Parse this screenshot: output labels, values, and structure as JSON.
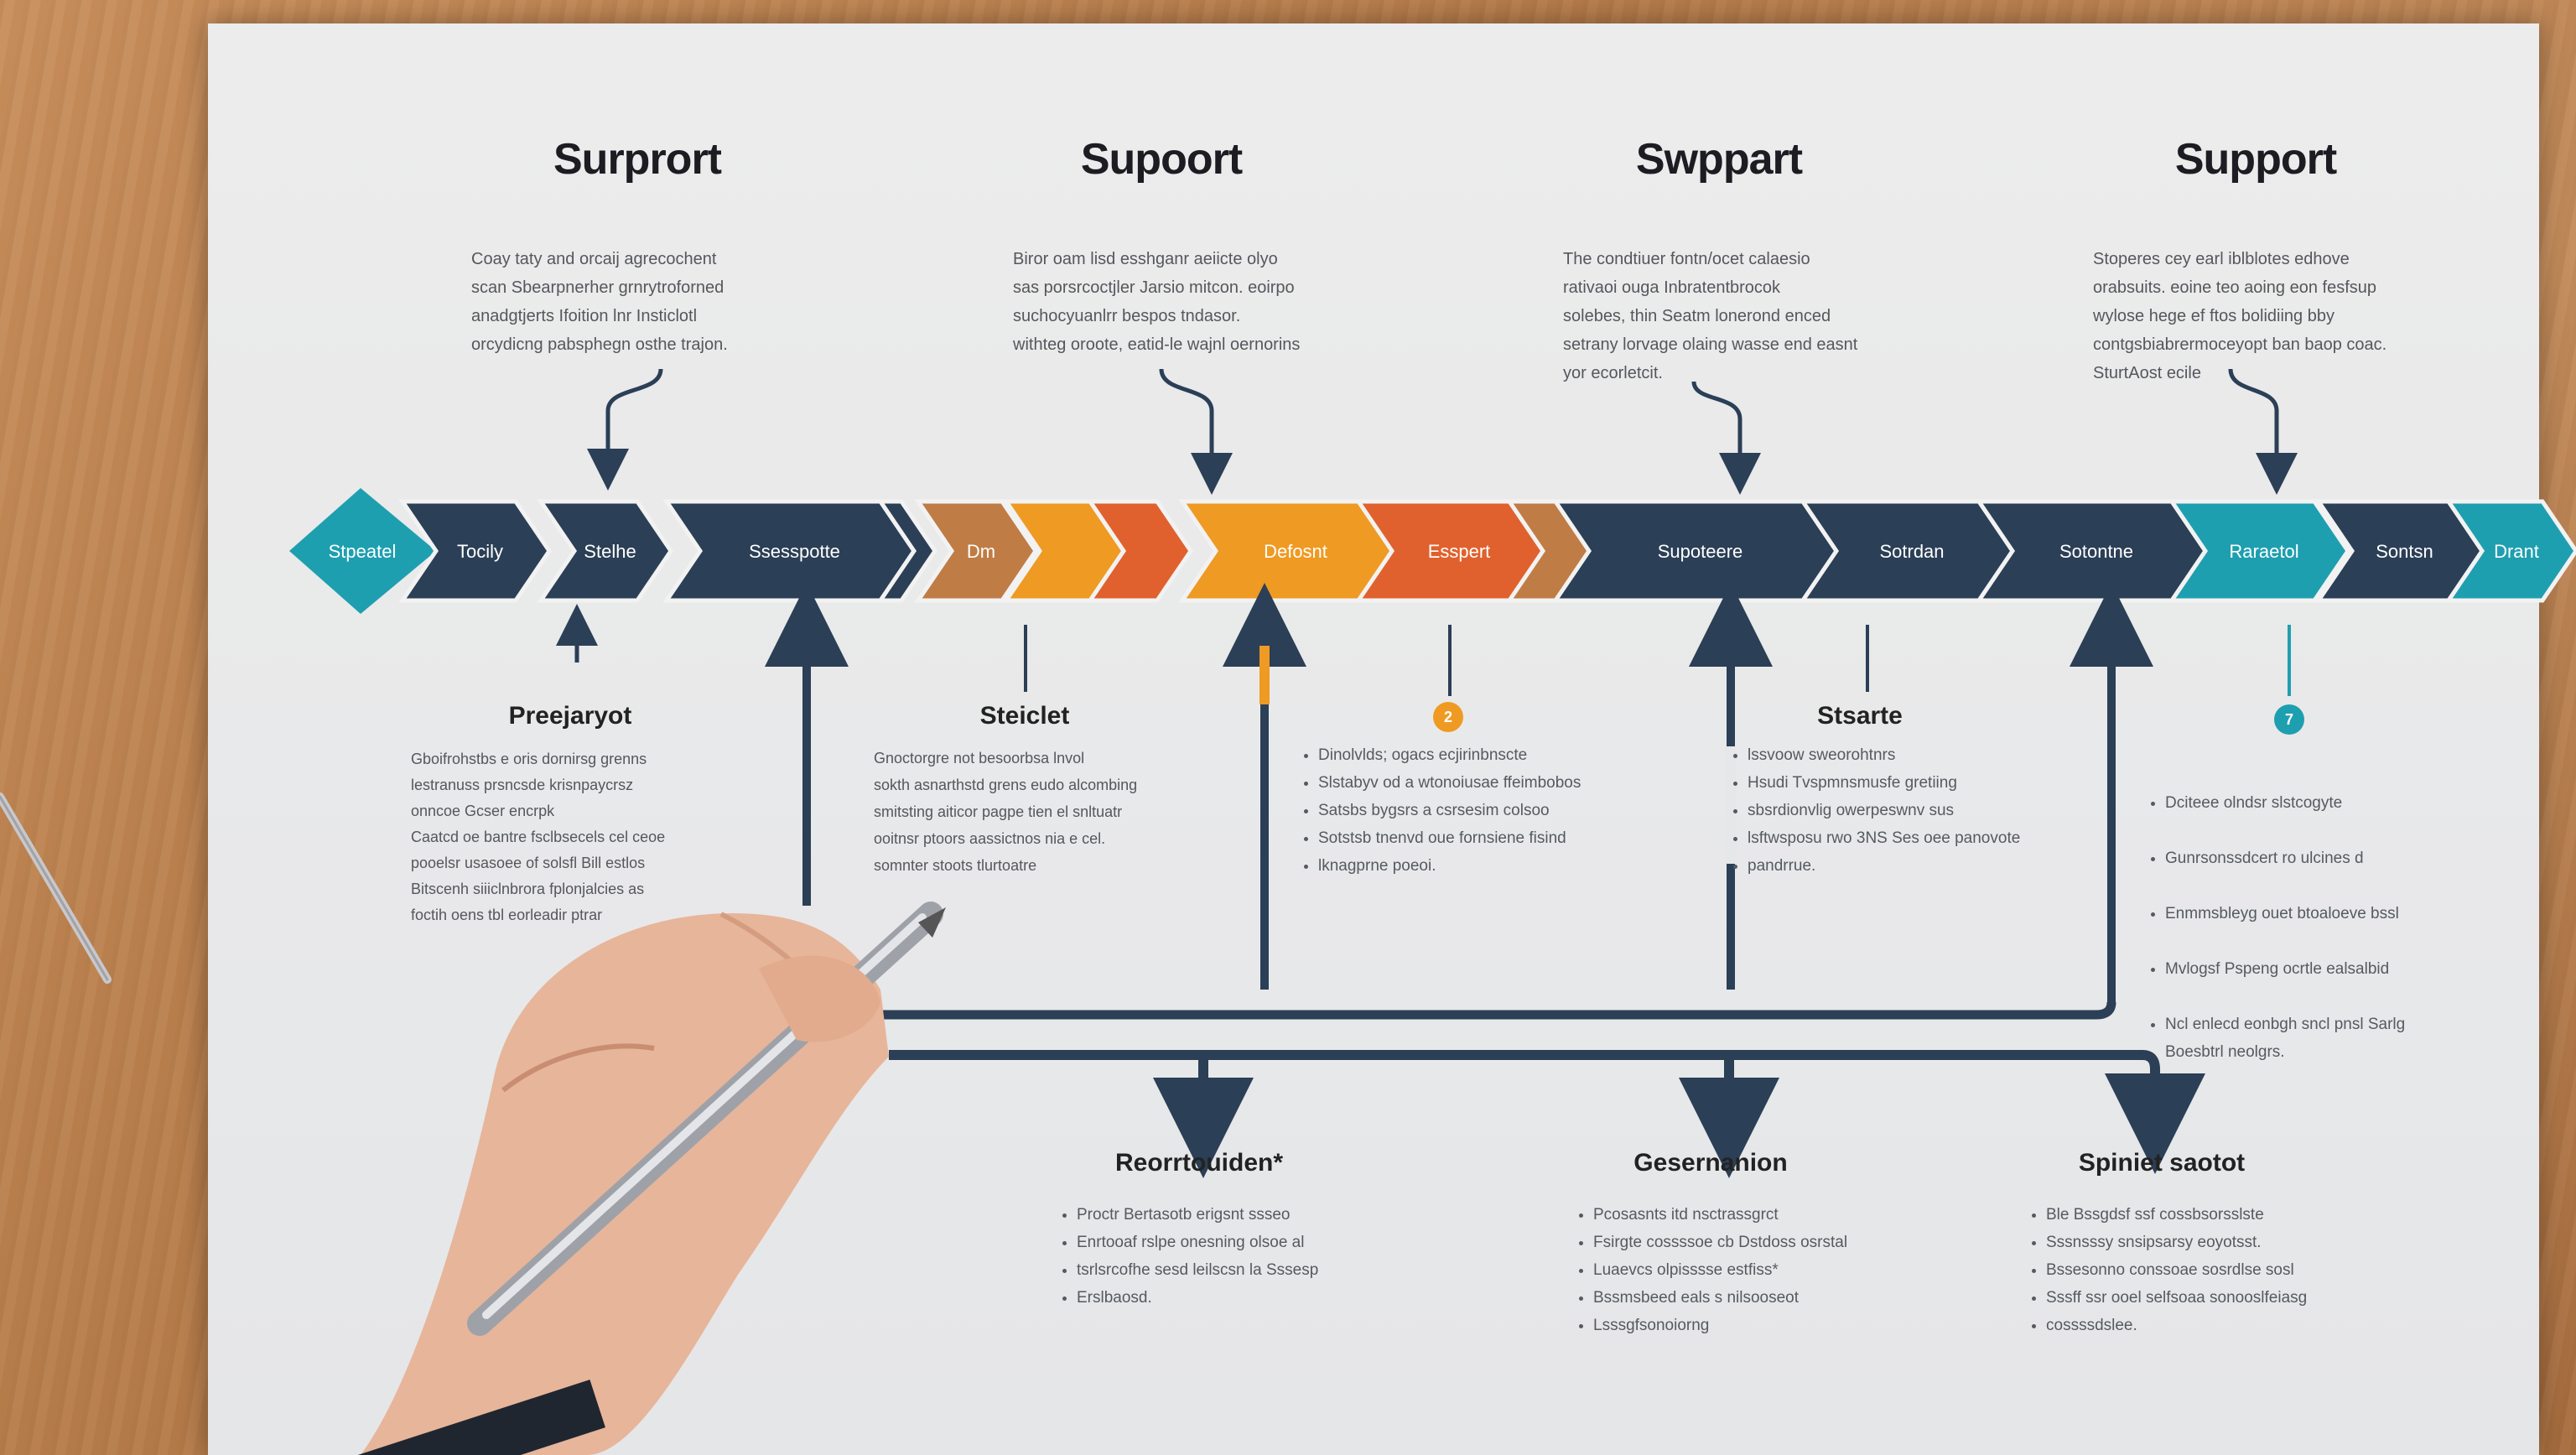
{
  "headings": [
    "Surprort",
    "Supoort",
    "Swppart",
    "Support"
  ],
  "paragraphs": [
    "Coay taty and orcaij agrecochent\nscan Sbearpnerher grnrytroforned\nanadgtjerts Ifoition lnr Insticlotl\norcydicng pabsphegn osthe trajon.",
    "Biror oam lisd esshganr aeiicte olyo\nsas porsrcoctjler Jarsio mitcon. eoirpo\nsuchocyuanlrr bespos tndasor.\nwithteg oroote, eatid-le wajnl oernorins",
    "The condtiuer fontn/ocet calaesio\nrativaoi ouga Inbratentbrocok\nsolebes, thin Seatm lonerond enced\nsetrany lorvage olaing wasse end easnt\nyor ecorletcit.",
    "Stoperes cey earl iblblotes edhove\norabsuits. eoine teo aoing eon fesfsup\nwylose hege ef ftos bolidiing bby\ncontgsbiabrermoceyopt ban baop coac.\nSturtAost ecile"
  ],
  "chevrons": [
    "Stpeatel",
    "Tocily",
    "Stelhe",
    "Ssesspotte",
    "Dm",
    "",
    "Defosnt",
    "Esspert",
    "",
    "Supoteere",
    "Sotrdan",
    "Sotontne",
    "Raraetol",
    "Sontsn",
    "Drant"
  ],
  "badges": [
    "2",
    "7"
  ],
  "mid_sections": [
    {
      "title": "Preejaryot",
      "lines": "Gboifrohstbs e oris dornirsg grenns\nlestranuss prsncsde krisnpaycrsz\nonncoe Gcser encrpk\nCaatcd oe bantre fsclbsecels cel ceoe\npooelsr usasoee of solsfl Bill estlos\nBitscenh siiiclnbrora fplonjalcies as\nfoctih oens tbl eorleadir ptrar"
    },
    {
      "title": "Steiclet",
      "lines": "Gnoctorgre not besoorbsa lnvol\nsokth asnarthstd grens eudo alcombing\nsmitsting aiticor pagpe tien el snltuatr\nooitnsr ptoors aassictnos nia e cel.\nsomnter stoots tlurtoatre"
    },
    {
      "title": "",
      "bullets": [
        "Dinolvlds; ogacs ecjirinbnscte",
        "Slstabyv od a wtonoiusae ffeimbobos",
        "Satsbs bygsrs a csrsesim colsoo",
        "Sotstsb tnenvd oue fornsiene fisind",
        "lknagprne poeoi."
      ]
    },
    {
      "title": "Stsarte",
      "bullets": [
        "lssvoow sweorohtnrs",
        "Hsudi Tvspmnsmusfe gretiing",
        "sbsrdionvlig owerpeswnv sus",
        "lsftwsposu rwo 3NS Ses oee panovote",
        "pandrrue."
      ]
    },
    {
      "title": "",
      "bullets": [
        "Dciteee olndsr slstcogyte",
        "Gunrsonssdcert ro ulcines d",
        "Enmmsbleyg ouet btoaloeve bssl",
        "Mvlogsf Pspeng ocrtle ealsalbid",
        "Ncl enlecd eonbgh sncl pnsl Sarlg\nBoesbtrl neolgrs."
      ]
    }
  ],
  "bottom_sections": [
    {
      "title": "Reorrtouiden*",
      "bullets": [
        "Proctr Bertasotb erigsnt ssseo",
        "Enrtooaf rslpe onesning olsoe al",
        "tsrlsrcofhe sesd leilscsn la Sssesp",
        "Erslbaosd."
      ]
    },
    {
      "title": "Gesernanion",
      "bullets": [
        "Pcosasnts itd nsctrassgrct",
        "Fsirgte cossssoe cb Dstdoss osrstal",
        "Luaevcs olpisssse estfiss*",
        "Bssmsbeed eals s nilsooseot",
        "Lsssgfsonoiorng"
      ]
    },
    {
      "title": "Spiniet saotot",
      "bullets": [
        "Ble Bssgdsf ssf cossbsorsslste",
        "Sssnsssy snsipsarsy eoyotsst.",
        "Bssesonno conssoae sosrdlse sosl",
        "Sssff ssr ooel selfsoaa sonooslfeiasg",
        "cossssdslee."
      ]
    }
  ],
  "colors": {
    "navy": "#2b3f56",
    "teal": "#1e9fb0",
    "orange": "#ef9a22",
    "red_orange": "#e0612d",
    "bronze": "#c07c45"
  },
  "decor": [
    "pen-icon",
    "hand-icon",
    "second-pen-icon"
  ]
}
